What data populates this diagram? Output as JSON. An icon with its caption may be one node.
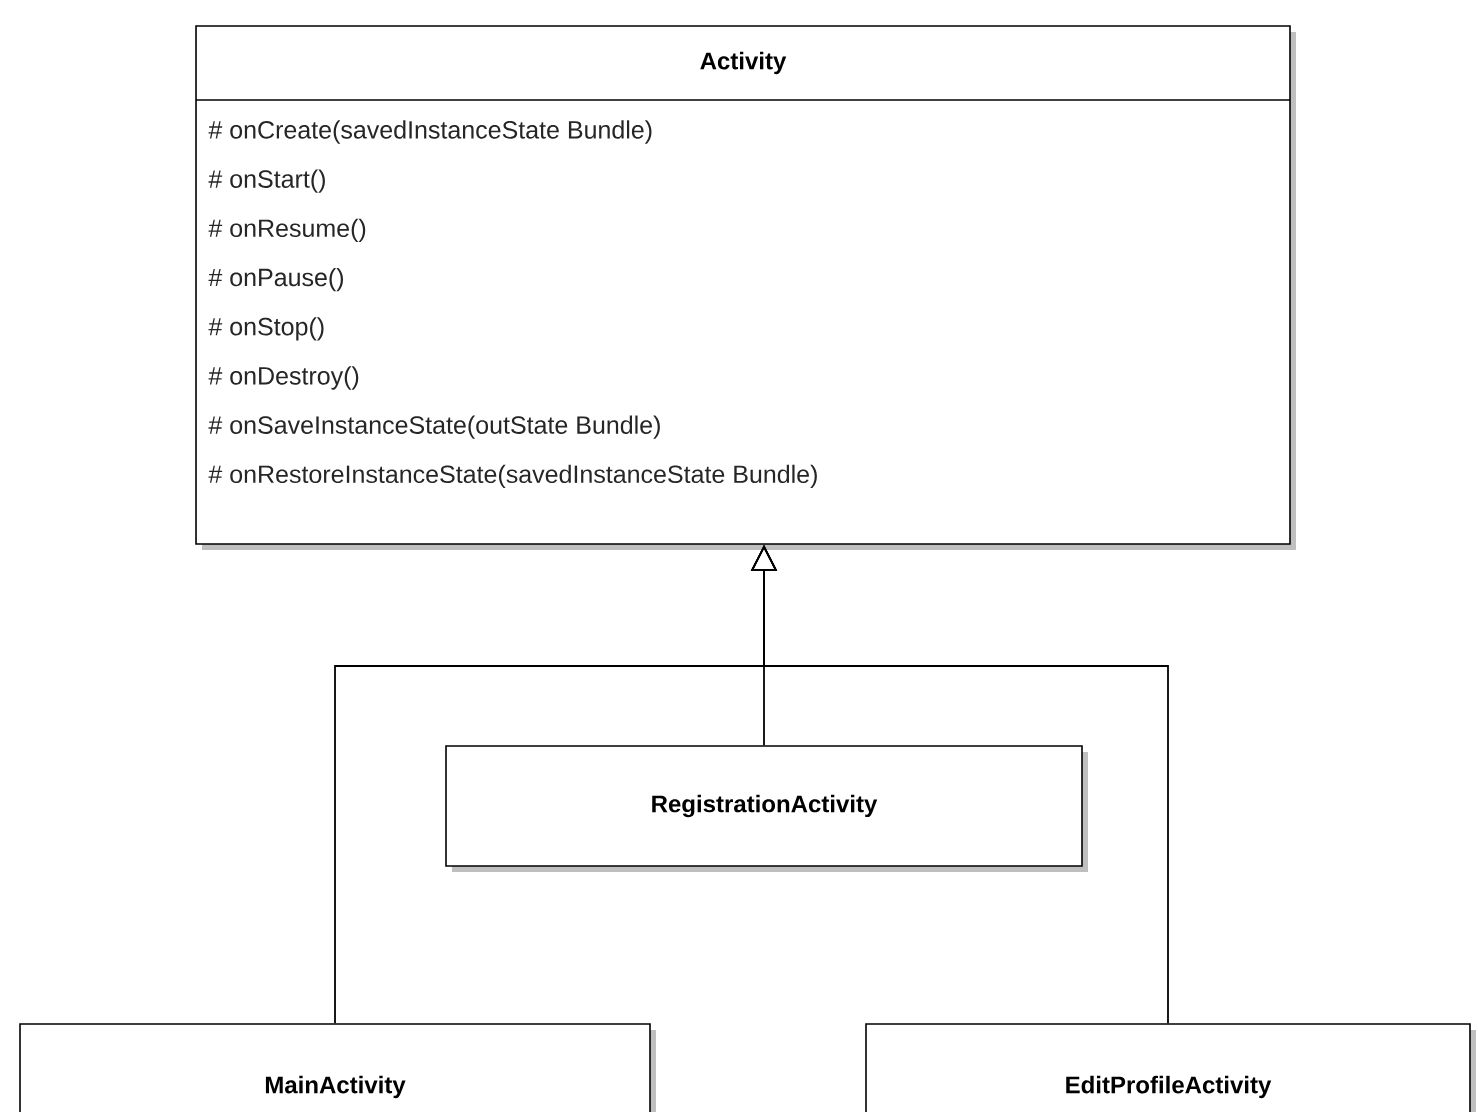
{
  "diagram": {
    "nodes": [
      {
        "text": [
          "Activity",
          "# onCreate(savedInstanceState Bundle)",
          "# onStart()",
          "# onResume()",
          "# onPause()",
          "# onStop()",
          "# onDestroy()",
          "# onSaveInstanceState(outState Bundle)",
          "# onRestoreInstanceState(savedInstanceState Bundle)"
        ]
      },
      {
        "text": [
          "RegistrationActivity"
        ]
      },
      {
        "text": [
          "MainActivity"
        ]
      },
      {
        "text": [
          "EditProfileActivity"
        ]
      }
    ],
    "edges": [
      {
        "from": 1,
        "to": 0,
        "arrow": "to"
      },
      {
        "from": 2,
        "to": 0,
        "arrow": "to"
      },
      {
        "from": 3,
        "to": 0,
        "arrow": "to"
      }
    ]
  }
}
